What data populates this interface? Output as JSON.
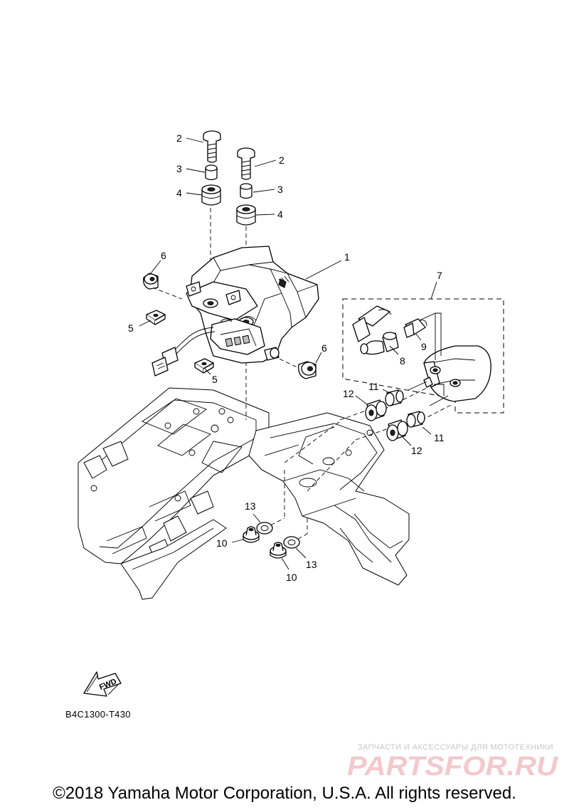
{
  "callouts": {
    "n1": "1",
    "n2a": "2",
    "n2b": "2",
    "n3a": "3",
    "n3b": "3",
    "n4a": "4",
    "n4b": "4",
    "n5a": "5",
    "n5b": "5",
    "n6a": "6",
    "n6b": "6",
    "n7": "7",
    "n8": "8",
    "n9": "9",
    "n10a": "10",
    "n10b": "10",
    "n11a": "11",
    "n11b": "11",
    "n12a": "12",
    "n12b": "12",
    "n13a": "13",
    "n13b": "13"
  },
  "fwd_label": "FWD",
  "diagram_code": "B4C1300-T430",
  "watermark": {
    "text": "ЗАПЧАСТИ И АКСЕССУАРЫ ДЛЯ МОТОТЕХНИКИ",
    "logo": "PARTSFOR.RU"
  },
  "copyright": "©2018 Yamaha Motor Corporation, U.S.A. All rights reserved.",
  "colors": {
    "line": "#000000",
    "watermark_text": "#c7c7c7",
    "watermark_logo": "#f2c9cc"
  }
}
